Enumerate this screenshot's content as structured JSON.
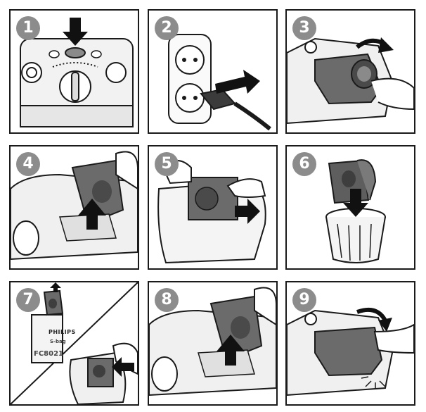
{
  "steps": [
    {
      "number": "1",
      "depicts": "press bag-compartment release button"
    },
    {
      "number": "2",
      "depicts": "unplug mains plug from wall socket"
    },
    {
      "number": "3",
      "depicts": "open dust compartment cover"
    },
    {
      "number": "4",
      "depicts": "lift bag holder out"
    },
    {
      "number": "5",
      "depicts": "slide full dust bag out of holder"
    },
    {
      "number": "6",
      "depicts": "dispose of dust bag in bin"
    },
    {
      "number": "7",
      "depicts": "insert new dust bag into holder",
      "package_brand": "PHILIPS",
      "package_code": "FC8021",
      "package_label": "S-bag"
    },
    {
      "number": "8",
      "depicts": "put bag holder back"
    },
    {
      "number": "9",
      "depicts": "close dust compartment cover"
    }
  ],
  "colors": {
    "badge": "#8c8c8c",
    "outline": "#1a1a1a",
    "arrow": "#111111",
    "shade": "#6b6b6b"
  },
  "icons": [
    "down-arrow-icon",
    "right-arrow-icon",
    "up-arrow-icon",
    "curved-arrow-icon"
  ]
}
